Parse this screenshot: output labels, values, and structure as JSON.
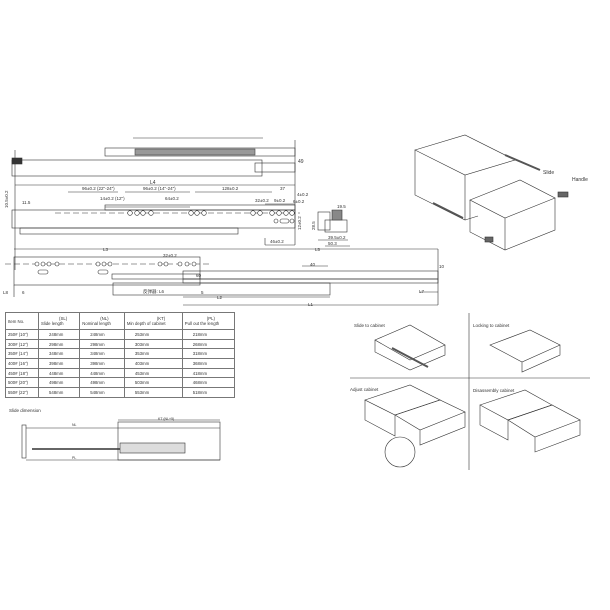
{
  "drawing_labels": {
    "l1": "L1",
    "l2": "L2",
    "l3": "L3",
    "l4": "L4",
    "l5": "L5",
    "l6": "L6",
    "l7": "L7",
    "l8": "L8",
    "dim_96_22_24": "96±0.2 (22\"-24\")",
    "dim_96_14_24": "96±0.2 (14\"-24\")",
    "dim_128": "128±0.2",
    "dim_37": "37",
    "dim_4": "4±0.2",
    "dim_14_12": "14±0.2 (12\")",
    "dim_64": "64±0.2",
    "dim_32": "32±0.2",
    "dim_9": "9±0.2",
    "dim_6": "6±0.2",
    "dim_12": "12±0.2",
    "dim_46": "46±0.2",
    "dim_49": "49",
    "dim_11_5": "11.5",
    "dim_10_5": "10.5±0.2",
    "dim_19_5": "19.5",
    "dim_28_5": "28.5",
    "dim_39_5": "39.5±0.2",
    "dim_50_3": "50.3",
    "dim_32b": "32±0.2",
    "dim_40": "40",
    "dim_10": "10",
    "dim_5": "5",
    "dim_6b": "6",
    "dim_60": "60",
    "l6_label": "反弹器: L6"
  },
  "isometric": {
    "slide": "Slide",
    "handle": "Handle"
  },
  "table": {
    "headers": [
      {
        "code": "",
        "label": "Item No."
      },
      {
        "code": "(SL)",
        "label": "Slide length"
      },
      {
        "code": "(NL)",
        "label": "Nominal length"
      },
      {
        "code": "(KT)",
        "label": "Min depth of cabinet"
      },
      {
        "code": "(PL)",
        "label": "Pull out the length"
      }
    ],
    "rows": [
      [
        "250# (10\")",
        "248mm",
        "248mm",
        "253mm",
        "218mm"
      ],
      [
        "300# (12\")",
        "298mm",
        "298mm",
        "303mm",
        "268mm"
      ],
      [
        "350# (14\")",
        "348mm",
        "348mm",
        "353mm",
        "318mm"
      ],
      [
        "400# (16\")",
        "398mm",
        "398mm",
        "403mm",
        "368mm"
      ],
      [
        "450# (18\")",
        "448mm",
        "448mm",
        "453mm",
        "418mm"
      ],
      [
        "500# (20\")",
        "498mm",
        "498mm",
        "503mm",
        "468mm"
      ],
      [
        "550# (22\")",
        "548mm",
        "548mm",
        "553mm",
        "518mm"
      ]
    ]
  },
  "slide_dimension": {
    "title": "Slide dimension",
    "nl": "NL",
    "kt": "KT (NL+5)",
    "pl": "PL"
  },
  "panels": [
    {
      "title": "Slide to cabinet"
    },
    {
      "title": "Locking to cabinet"
    },
    {
      "title": "Adjust cabinet"
    },
    {
      "title": "Disassembly cabinet"
    }
  ]
}
